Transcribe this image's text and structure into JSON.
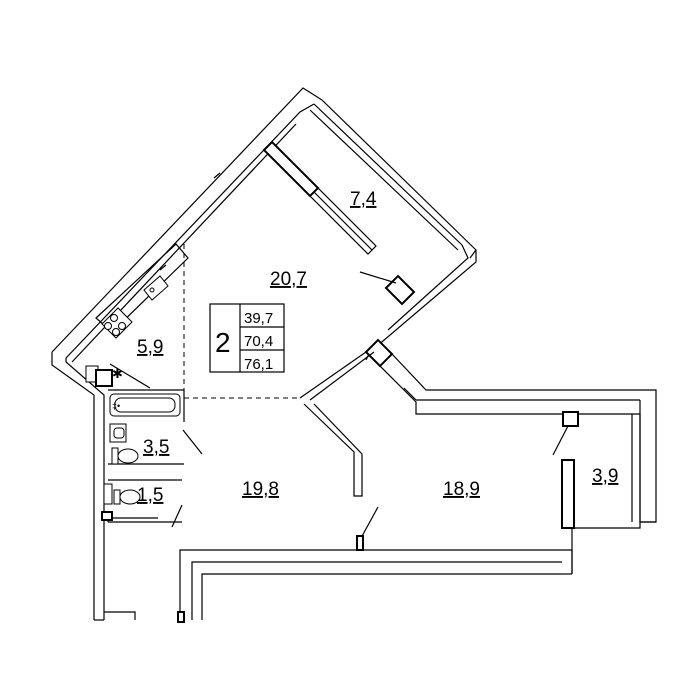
{
  "rooms": {
    "loggia_top": "7,4",
    "living_room": "20,7",
    "kitchen": "5,9",
    "bathroom": "3,5",
    "toilet": "1,5",
    "hall": "19,8",
    "bedroom": "18,9",
    "loggia_right": "3,9"
  },
  "apartment_info": {
    "rooms_count": "2",
    "living_area": "39,7",
    "total_area": "70,4",
    "total_with_loggia": "76,1"
  }
}
